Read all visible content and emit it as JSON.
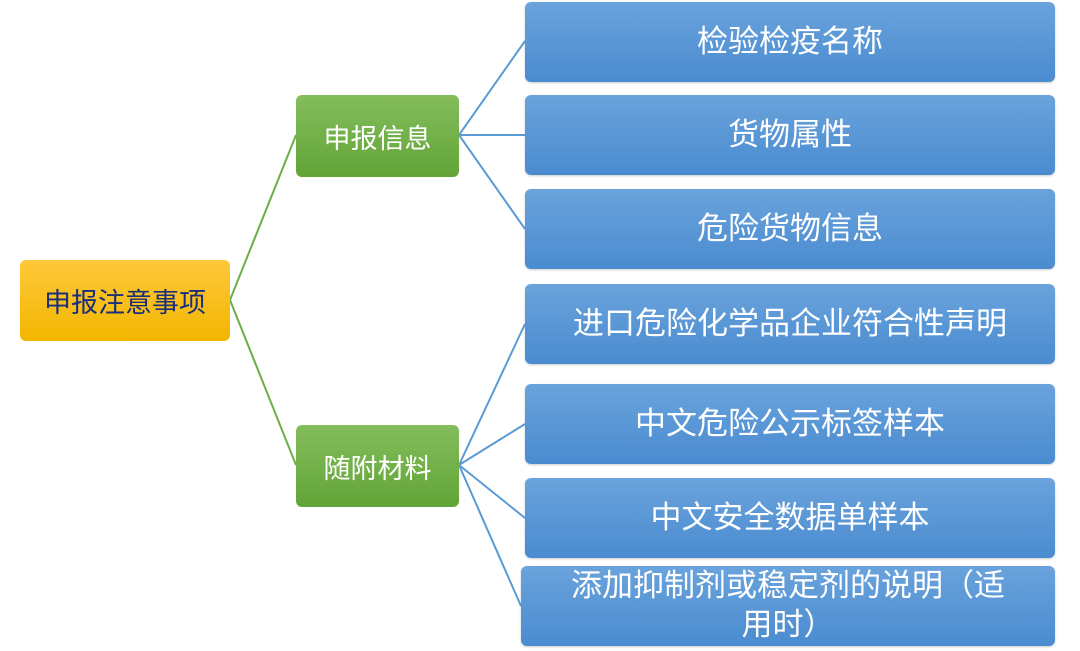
{
  "root": {
    "label": "申报注意事项"
  },
  "branches": [
    {
      "label": "申报信息",
      "children": [
        "检验检疫名称",
        "货物属性",
        "危险货物信息"
      ]
    },
    {
      "label": "随附材料",
      "children": [
        "进口危险化学品企业符合性声明",
        "中文危险公示标签样本",
        "中文安全数据单样本",
        "添加抑制剂或稳定剂的说明（适用时）"
      ]
    }
  ],
  "colors": {
    "root": "#f5bb00",
    "branch": "#70ad47",
    "leaf": "#5b9bd5",
    "root_text": "#1a2f7a"
  }
}
